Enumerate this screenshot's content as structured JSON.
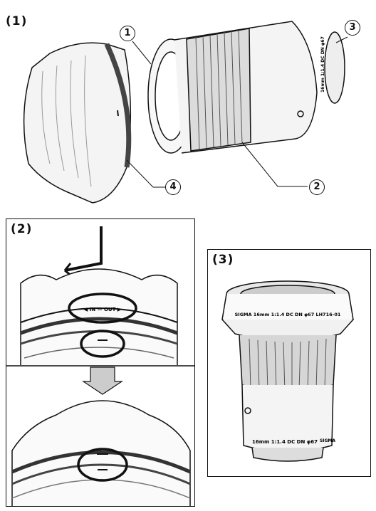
{
  "section1": {
    "label": "(1)",
    "callouts": [
      "1",
      "2",
      "3",
      "4"
    ],
    "lens_engraving": "16mm 1:1.4 DC DN φ67"
  },
  "section2": {
    "label": "(2)",
    "index_mark": "◀ IN — OUT ▶"
  },
  "section3": {
    "label": "(3)",
    "hood_text": "SIGMA  16mm 1:1.4 DC DN φ67  LH716-01",
    "barrel_text": "16mm 1:1.4 DC DN φ67",
    "brand_text": "SIGMA"
  },
  "icons": [
    "arrow-left-icon",
    "arrow-down-icon"
  ]
}
